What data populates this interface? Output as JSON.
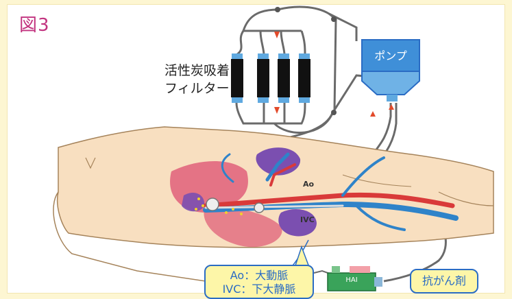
{
  "figure_label": "図3",
  "filter_label_line1": "活性炭吸着",
  "filter_label_line2": "フィルター",
  "pump_label": "ポンプ",
  "vessel_ao": "Ao",
  "vessel_ivc": "IVC",
  "legend_line1": "Ao：大動脈",
  "legend_line2": "IVC：下大静脈",
  "hai_label": "HAI",
  "drug_label": "抗がん剤",
  "colors": {
    "figure_label": "#c2337f",
    "callout_border": "#2a6cc4",
    "callout_fill": "#fdf6a8",
    "pump": "#3f8fd8",
    "filter_cap": "#5fa9e0",
    "artery": "#d93a3a",
    "vein": "#2f83c9",
    "kidney": "#7b4fb0",
    "liver": "#e0607a",
    "skin": "#f8dfc0"
  }
}
